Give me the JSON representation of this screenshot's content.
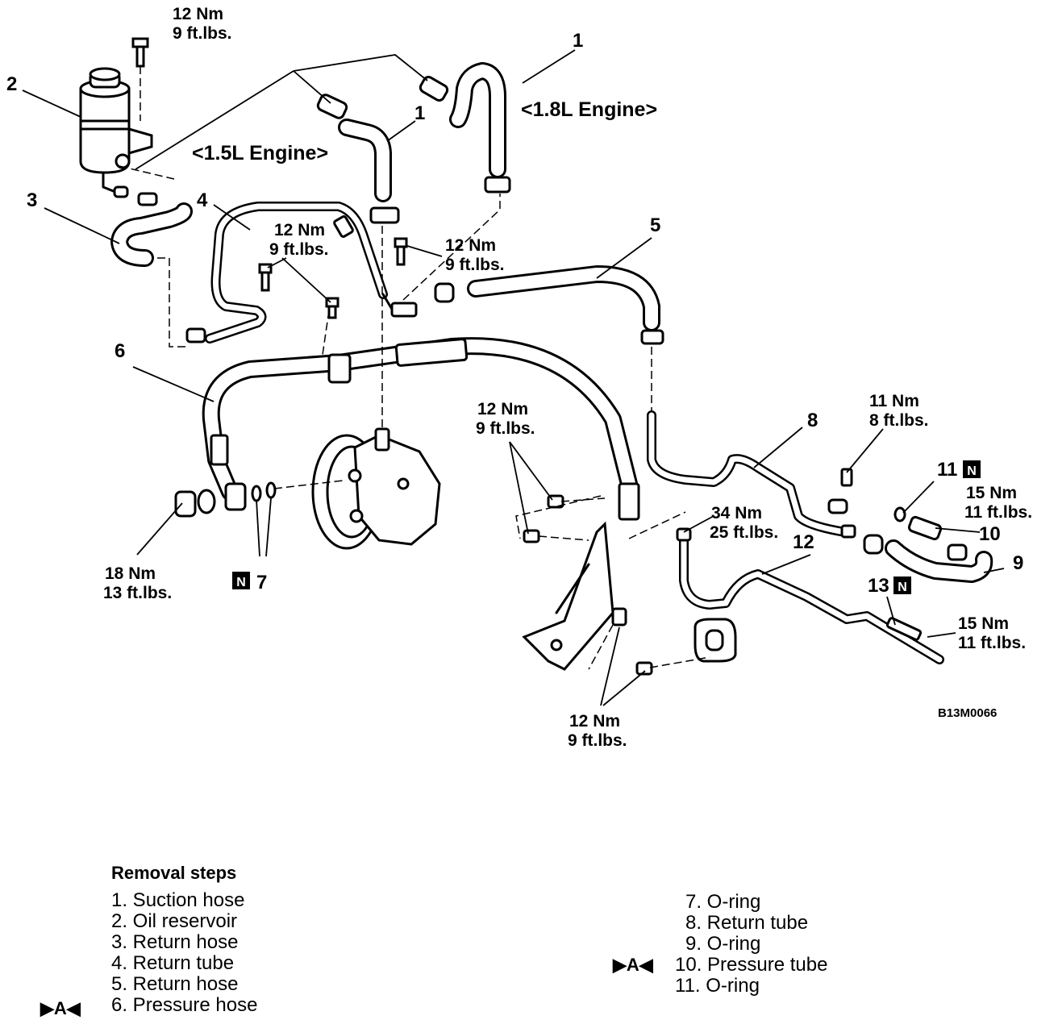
{
  "diagram": {
    "code": "B13M0066",
    "engine_15": "<1.5L Engine>",
    "engine_18": "<1.8L Engine>",
    "torques": {
      "t1": {
        "nm": "12 Nm",
        "ft": "9 ft.lbs."
      },
      "t2": {
        "nm": "12 Nm",
        "ft": "9 ft.lbs."
      },
      "t3": {
        "nm": "12 Nm",
        "ft": "9 ft.lbs."
      },
      "t4": {
        "nm": "12 Nm",
        "ft": "9 ft.lbs."
      },
      "t5": {
        "nm": "11 Nm",
        "ft": "8 ft.lbs."
      },
      "t6": {
        "nm": "15 Nm",
        "ft": "11 ft.lbs."
      },
      "t7": {
        "nm": "34 Nm",
        "ft": "25 ft.lbs."
      },
      "t8": {
        "nm": "18 Nm",
        "ft": "13 ft.lbs."
      },
      "t9": {
        "nm": "15 Nm",
        "ft": "11 ft.lbs."
      },
      "t10": {
        "nm": "12 Nm",
        "ft": "9 ft.lbs."
      }
    },
    "callouts": {
      "c1a": "1",
      "c1b": "1",
      "c2": "2",
      "c3": "3",
      "c4": "4",
      "c5": "5",
      "c6": "6",
      "c7": "7",
      "c8": "8",
      "c9": "9",
      "c10": "10",
      "c11": "11",
      "c12": "12",
      "c13": "13"
    },
    "n_mark": "N"
  },
  "legend": {
    "title": "Removal steps",
    "marker": "▶A◀",
    "left_steps": [
      "1. Suction hose",
      "2. Oil reservoir",
      "3. Return hose",
      "4. Return tube",
      "5. Return hose",
      "6. Pressure hose"
    ],
    "right_steps": [
      "7. O-ring",
      "8. Return tube",
      "9. O-ring",
      "10. Pressure tube",
      "11. O-ring"
    ]
  },
  "colors": {
    "ink": "#000000",
    "paper": "#ffffff"
  }
}
